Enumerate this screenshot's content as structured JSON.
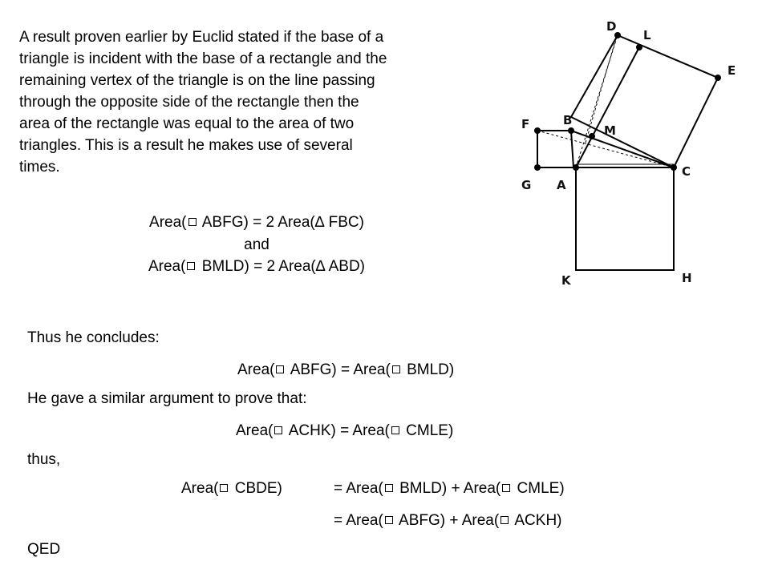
{
  "intro_lines": [
    "A result proven earlier by Euclid stated if the base of a",
    "triangle is incident with the base of a rectangle and the",
    "remaining vertex of the triangle is on the line passing",
    "through the opposite side of the rectangle then the",
    "area of the rectangle was equal to the area of two",
    "triangles. This is a result he makes use of several",
    "times."
  ],
  "equations": {
    "eq1_pre": "Area(",
    "eq1_mid": " ABFG) = 2 Area(∆ FBC)",
    "and": "and",
    "eq2_pre": "Area(",
    "eq2_mid": " BMLD) = 2 Area(∆ ABD)"
  },
  "conclusion": {
    "thus_concludes": "Thus he concludes:",
    "c1_a": "Area(",
    "c1_b": " ABFG) = Area(",
    "c1_c": " BMLD)",
    "similar": "He gave a similar argument to prove that:",
    "c2_a": "Area(",
    "c2_b": " ACHK) = Area(",
    "c2_c": " CMLE)",
    "thus": "thus,",
    "c3_a": "Area(",
    "c3_b": " CBDE)",
    "c3_c": "= Area(",
    "c3_d": " BMLD) + Area(",
    "c3_e": " CMLE)",
    "c4_a": "= Area(",
    "c4_b": " ABFG) + Area(",
    "c4_c": " ACKH)",
    "qed": "QED"
  },
  "diagram": {
    "labels": {
      "D": "D",
      "L": "L",
      "E": "E",
      "F": "F",
      "B": "B",
      "M": "M",
      "G": "G",
      "A": "A",
      "C": "C",
      "K": "K",
      "H": "H"
    }
  }
}
